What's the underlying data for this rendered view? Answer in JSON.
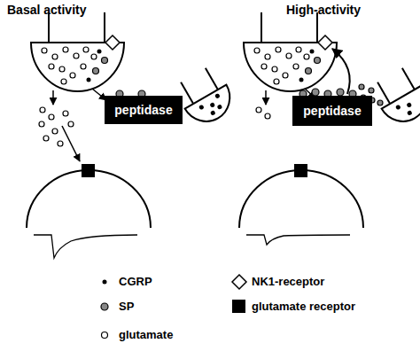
{
  "diagram": {
    "nodes": [
      {
        "text": [
          "peptidase"
        ]
      },
      {
        "text": [
          "peptidase"
        ]
      }
    ],
    "labels": [
      "Basal activity",
      "High-activity"
    ],
    "legend": [
      {
        "text": "CGRP"
      },
      {
        "text": "SP"
      },
      {
        "text": "glutamate"
      },
      {
        "text": "NK1-receptor"
      },
      {
        "text": "glutamate receptor"
      }
    ]
  }
}
